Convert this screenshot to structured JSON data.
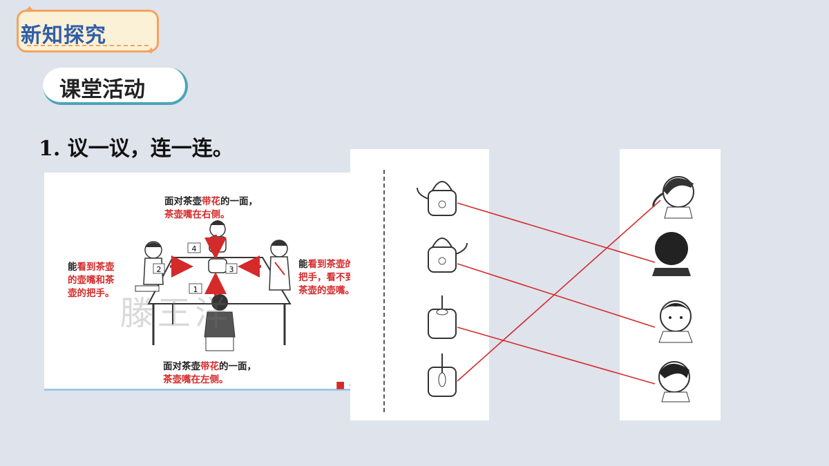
{
  "header": {
    "badge_label": "新知探究",
    "section_label": "课堂活动"
  },
  "question": {
    "text": "1. 议一议，连一连。"
  },
  "scene": {
    "top_note_line1_a": "面对茶壶",
    "top_note_line1_b": "带花",
    "top_note_line1_c": "的一面，",
    "top_note_line2": "茶壶嘴在右侧。",
    "bottom_note_line1_a": "面对茶壶",
    "bottom_note_line1_b": "带花",
    "bottom_note_line1_c": "的一面，",
    "bottom_note_line2": "茶壶嘴在左侧。",
    "left_note_line1_a": "能",
    "left_note_line1_b": "看到茶壶",
    "left_note_line2": "的壶嘴和茶",
    "left_note_line3": "壶的把手。",
    "right_note_line1_a": "能",
    "right_note_line1_b": "看到茶壶的",
    "right_note_line2": "把手，看不到",
    "right_note_line3": "茶壶的壶嘴。",
    "seat_labels": [
      "1",
      "2",
      "3",
      "4"
    ],
    "watermark": "滕王洋"
  },
  "matching": {
    "teapots": [
      "teapot-spout-left-icon",
      "teapot-spout-right-icon",
      "teapot-handle-front-icon",
      "teapot-handle-back-icon"
    ],
    "people": [
      "girl-side-view-icon",
      "child-back-view-icon",
      "boy-front-view-icon",
      "boy-side-view-icon"
    ],
    "pairs": [
      [
        1,
        2
      ],
      [
        2,
        3
      ],
      [
        3,
        4
      ],
      [
        4,
        1
      ]
    ],
    "line_color": "#d42a2a"
  },
  "colors": {
    "accent_red": "#d42a2a",
    "badge_blue": "#2f5da8",
    "badge_orange": "#f5a25d",
    "pill_teal": "#4aa6b8"
  }
}
